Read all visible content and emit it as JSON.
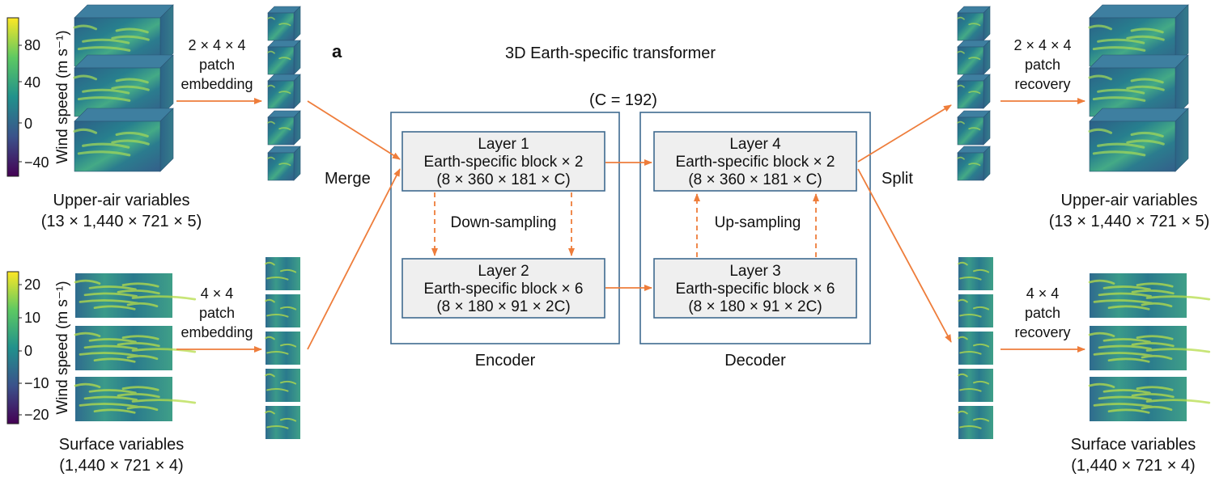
{
  "panel_letter": "a",
  "title": "3D Earth-specific transformer",
  "channel_label": "(C = 192)",
  "left": {
    "upper": {
      "label": "Upper-air variables",
      "dims": "(13 × 1,440 × 721 × 5)"
    },
    "surface": {
      "label": "Surface variables",
      "dims": "(1,440 × 721 × 4)"
    },
    "upper_colorbar": {
      "label": "Wind speed (m s⁻¹)",
      "ticks": [
        "80",
        "40",
        "0",
        "−40"
      ]
    },
    "surface_colorbar": {
      "label": "Wind speed (m s⁻¹)",
      "ticks": [
        "20",
        "10",
        "0",
        "−10",
        "−20"
      ]
    },
    "upper_embed": {
      "line1": "2 × 4 × 4",
      "line2": "patch",
      "line3": "embedding"
    },
    "surface_embed": {
      "line1": "4 × 4",
      "line2": "patch",
      "line3": "embedding"
    }
  },
  "merge_label": "Merge",
  "split_label": "Split",
  "encoder": {
    "label": "Encoder",
    "layer1": {
      "name": "Layer 1",
      "block": "Earth-specific block × 2",
      "dims": "(8 × 360 × 181 × C)"
    },
    "layer2": {
      "name": "Layer 2",
      "block": "Earth-specific block × 6",
      "dims": "(8 × 180 × 91 × 2C)"
    },
    "sampling": "Down-sampling"
  },
  "decoder": {
    "label": "Decoder",
    "layer4": {
      "name": "Layer 4",
      "block": "Earth-specific block × 2",
      "dims": "(8 × 360 × 181 × C)"
    },
    "layer3": {
      "name": "Layer 3",
      "block": "Earth-specific block × 6",
      "dims": "(8 × 180 × 91 × 2C)"
    },
    "sampling": "Up-sampling"
  },
  "right": {
    "upper": {
      "label": "Upper-air variables",
      "dims": "(13 × 1,440 × 721 × 5)"
    },
    "surface": {
      "label": "Surface variables",
      "dims": "(1,440 × 721 × 4)"
    },
    "upper_recovery": {
      "line1": "2 × 4 × 4",
      "line2": "patch",
      "line3": "recovery"
    },
    "surface_recovery": {
      "line1": "4 × 4",
      "line2": "patch",
      "line3": "recovery"
    }
  },
  "colors": {
    "arrow": "#ee7d3b",
    "box_border": "#3f6a8f",
    "layer_fill": "#efefef",
    "field_dark": "#2c6f8c",
    "field_light": "#4fb58a",
    "field_high": "#c9e24b"
  }
}
